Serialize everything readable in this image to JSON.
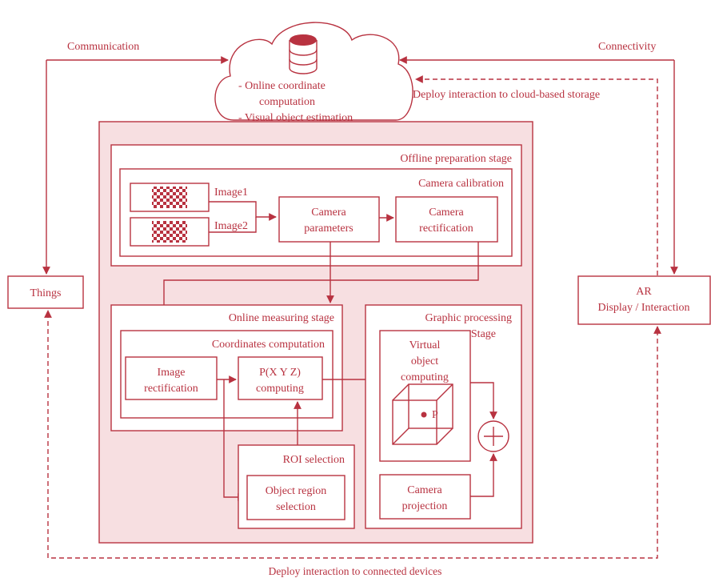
{
  "colors": {
    "accent": "#b83240",
    "fill": "#f7dfe1"
  },
  "icons": {
    "database": "database-icon",
    "checkerboard": "checkerboard-icon",
    "sum": "plus-circle-icon"
  },
  "labels": {
    "communication": "Communication",
    "connectivity": "Connectivity",
    "deploy_cloud": "Deploy interaction to cloud-based storage",
    "deploy_devices": "Deploy interaction to connected devices",
    "things": "Things",
    "ar_line1": "AR",
    "ar_line2": "Display / Interaction"
  },
  "cloud": {
    "bullet1_line1": "-   Online coordinate",
    "bullet1_line2": "computation",
    "bullet2": "-   Visual object estimation"
  },
  "offline": {
    "title": "Offline preparation stage",
    "calibration_title": "Camera calibration",
    "image1": "Image1",
    "image2": "Image2",
    "cam_params_line1": "Camera",
    "cam_params_line2": "parameters",
    "cam_rect_line1": "Camera",
    "cam_rect_line2": "rectification"
  },
  "online": {
    "title": "Online measuring stage",
    "coord_title": "Coordinates computation",
    "img_rect_line1": "Image",
    "img_rect_line2": "rectification",
    "pxyz_line1": "P(X Y Z)",
    "pxyz_line2": "computing"
  },
  "roi": {
    "title": "ROI selection",
    "obj_line1": "Object region",
    "obj_line2": "selection"
  },
  "graphic": {
    "title_line1": "Graphic processing",
    "title_line2": "Stage",
    "virtual_line1": "Virtual",
    "virtual_line2": "object",
    "virtual_line3": "computing",
    "point_label": "P",
    "cam_proj_line1": "Camera",
    "cam_proj_line2": "projection"
  }
}
